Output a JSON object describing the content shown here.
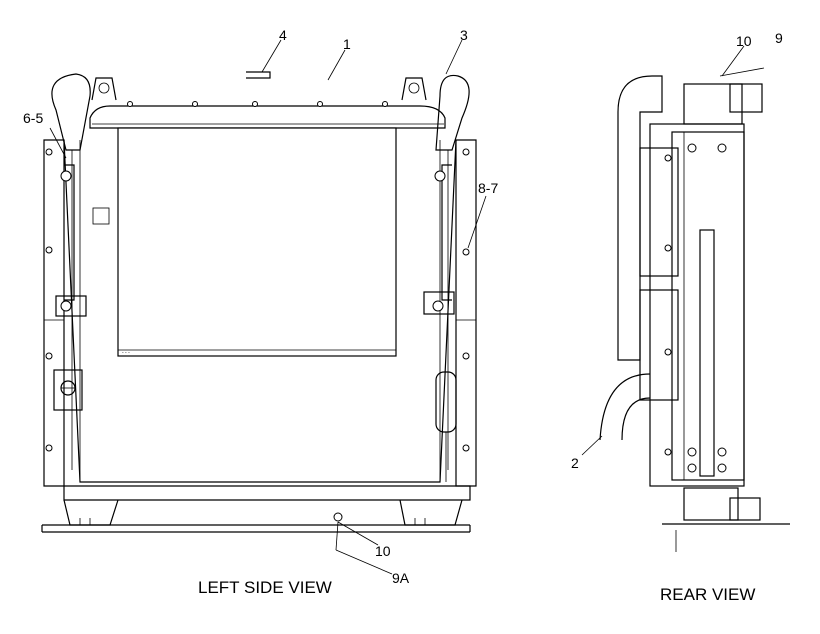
{
  "views": {
    "left": {
      "caption": "LEFT SIDE VIEW"
    },
    "rear": {
      "caption": "REAR VIEW"
    }
  },
  "callouts": {
    "c1": "1",
    "c2": "2",
    "c3": "3",
    "c4": "4",
    "c65": "6-5",
    "c87": "8-7",
    "c9": "9",
    "c9a": "9A",
    "c10a": "10",
    "c10b": "10"
  }
}
